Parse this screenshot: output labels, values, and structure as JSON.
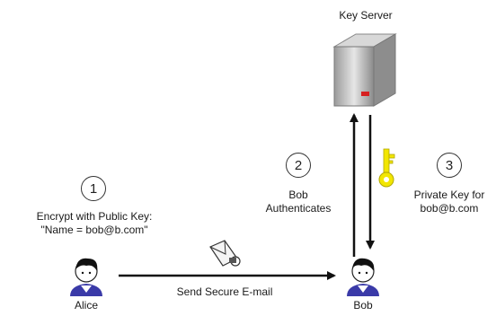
{
  "key_server": {
    "label": "Key Server"
  },
  "steps": [
    {
      "number": "1",
      "lines": [
        "Encrypt with Public Key:",
        "\"Name = bob@b.com\""
      ]
    },
    {
      "number": "2",
      "lines": [
        "Bob",
        "Authenticates"
      ]
    },
    {
      "number": "3",
      "lines": [
        "Private Key for",
        "bob@b.com"
      ]
    }
  ],
  "actors": {
    "alice": "Alice",
    "bob": "Bob"
  },
  "message": {
    "label": "Send Secure E-mail"
  },
  "icons": {
    "server": "server-icon",
    "key": "key-icon",
    "email": "envelope-icon",
    "person": "person-icon"
  },
  "colors": {
    "arrow": "#111111",
    "key": "#f2e600",
    "shirt": "#3a3aa8",
    "server_led": "#d62020"
  }
}
